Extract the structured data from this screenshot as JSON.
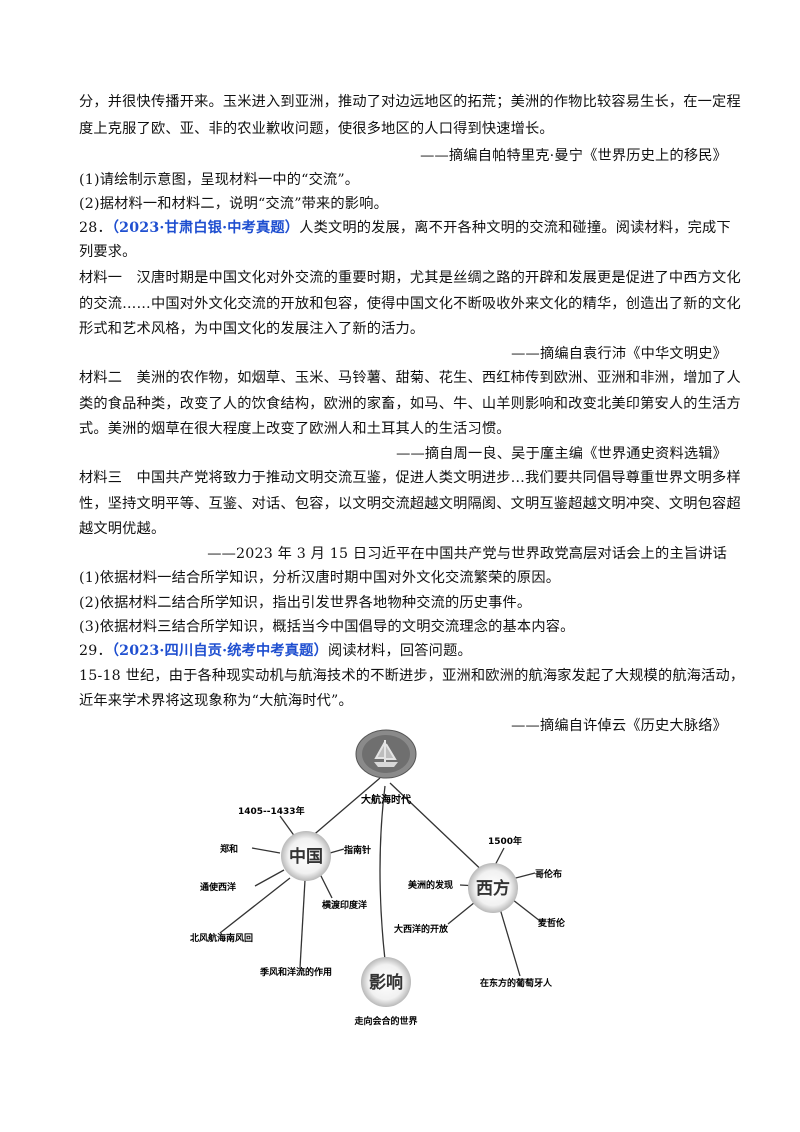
{
  "lines": [
    "分，并很快传播开来。玉米进入到亚洲，推动了对边远地区的拓荒；美洲的作物比较容易生长，在一定程",
    "度上克服了欧、亚、非的农业歉收问题，使很多地区的人口得到快速增长。",
    "——摘编自帕特里克·曼宁《世界历史上的移民》",
    "(1)请绘制示意图，呈现材料一中的“交流”。",
    "(2)据材料一和材料二，说明“交流”带来的影响。"
  ],
  "q28": {
    "number": "28．",
    "tag": "（2023·甘肃白银·中考真题）",
    "stem1": "人类文明的发展，离不开各种文明的交流和碰撞。阅读材料，完成下",
    "stem2": "列要求。",
    "m1": [
      "材料一　汉唐时期是中国文化对外交流的重要时期，尤其是丝绸之路的开辟和发展更是促进了中西方文化",
      "的交流……中国对外文化交流的开放和包容，使得中国文化不断吸收外来文化的精华，创造出了新的文化",
      "形式和艺术风格，为中国文化的发展注入了新的活力。"
    ],
    "m1_src": "——摘编自袁行沛《中华文明史》",
    "m2": [
      "材料二　美洲的农作物，如烟草、玉米、马铃薯、甜菊、花生、西红柿传到欧洲、亚洲和非洲，增加了人",
      "类的食品种类，改变了人的饮食结构，欧洲的家畜，如马、牛、山羊则影响和改变北美印第安人的生活方",
      "式。美洲的烟草在很大程度上改变了欧洲人和土耳其人的生活习惯。"
    ],
    "m2_src": "——摘自周一良、吴于廑主编《世界通史资料选辑》",
    "m3": [
      "材料三　中国共产党将致力于推动文明交流互鉴，促进人类文明进步…我们要共同倡导尊重世界文明多样",
      "性，坚持文明平等、互鉴、对话、包容，以文明交流超越文明隔阂、文明互鉴超越文明冲突、文明包容超",
      "越文明优越。"
    ],
    "m3_src": "——2023 年 3 月 15 日习近平在中国共产党与世界政党高层对话会上的主旨讲话",
    "questions": [
      "(1)依据材料一结合所学知识，分析汉唐时期中国对外文化交流繁荣的原因。",
      "(2)依据材料二结合所学知识，指出引发世界各地物种交流的历史事件。",
      "(3)依据材料三结合所学知识，概括当今中国倡导的文明交流理念的基本内容。"
    ]
  },
  "q29": {
    "number": "29．",
    "tag": "（2023·四川自贡·统考中考真题）",
    "stem": "阅读材料，回答问题。",
    "text": [
      "15-18 世纪，由于各种现实动机与航海技术的不断进步，亚洲和欧洲的航海家发起了大规模的航海活动，",
      "近年来学术界将这现象称为“大航海时代”。"
    ],
    "src": "——摘编自许倬云《历史大脉络》"
  },
  "diagram": {
    "top": "大航海时代",
    "china": "中国",
    "west": "西方",
    "impact": "影响",
    "china_nodes": [
      "1405--1433年",
      "郑和",
      "指南针",
      "通使西洋",
      "横渡印度洋",
      "北风航海南风回",
      "季风和洋流的作用"
    ],
    "west_nodes": [
      "1500年",
      "美洲的发现",
      "哥伦布",
      "大西洋的开放",
      "麦哲伦",
      "在东方的葡萄牙人"
    ],
    "impact_node": "走向会合的世界"
  }
}
